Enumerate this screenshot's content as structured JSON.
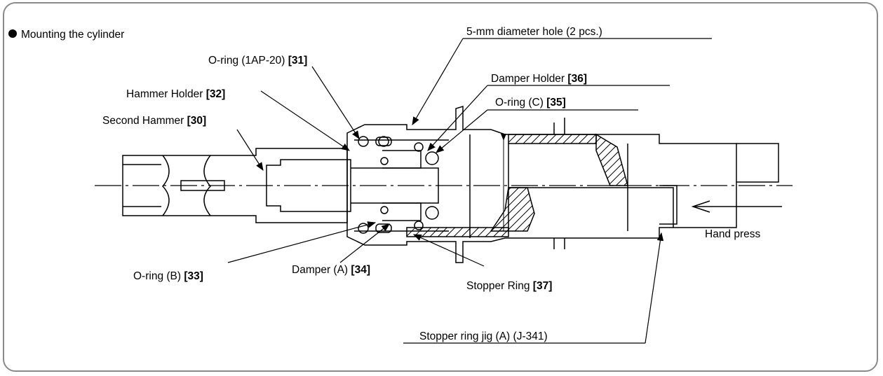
{
  "heading": "Mounting the cylinder",
  "labels": {
    "hole": "5-mm diameter hole (2 pcs.)",
    "oring_1ap20": "O-ring (1AP-20)",
    "oring_1ap20_num": "[31]",
    "damper_holder": "Damper Holder",
    "damper_holder_num": "[36]",
    "hammer_holder": "Hammer Holder",
    "hammer_holder_num": "[32]",
    "oring_c": "O-ring (C)",
    "oring_c_num": "[35]",
    "second_hammer": "Second Hammer",
    "second_hammer_num": "[30]",
    "hand_press": "Hand press",
    "oring_b": "O-ring (B)",
    "oring_b_num": "[33]",
    "damper_a": "Damper (A)",
    "damper_a_num": "[34]",
    "stopper_ring": "Stopper Ring",
    "stopper_ring_num": "[37]",
    "jig": "Stopper ring jig (A) (J-341)"
  }
}
